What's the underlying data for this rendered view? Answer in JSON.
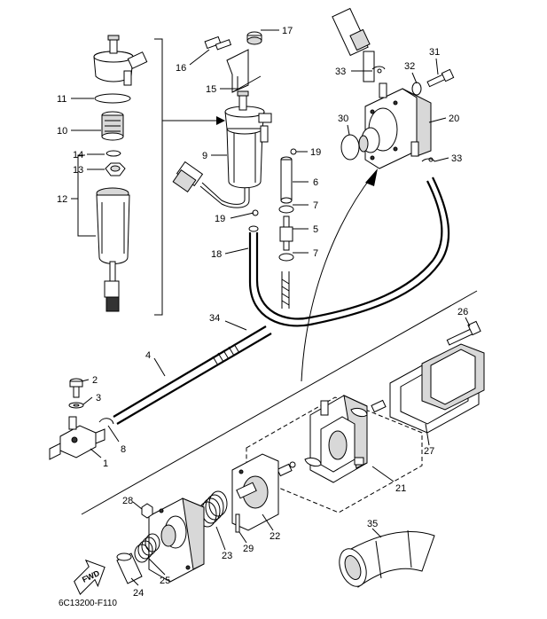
{
  "diagram": {
    "code": "6C13200-F110",
    "fwd_label": "FWD",
    "callouts": {
      "p1": "1",
      "p2": "2",
      "p3": "3",
      "p4": "4",
      "p5": "5",
      "p6": "6",
      "p7a": "7",
      "p7b": "7",
      "p8": "8",
      "p9": "9",
      "p10": "10",
      "p11": "11",
      "p12": "12",
      "p13": "13",
      "p14": "14",
      "p15": "15",
      "p16": "16",
      "p17": "17",
      "p18": "18",
      "p19a": "19",
      "p19b": "19",
      "p20": "20",
      "p21": "21",
      "p22": "22",
      "p23": "23",
      "p24": "24",
      "p25": "25",
      "p26": "26",
      "p27": "27",
      "p28": "28",
      "p29": "29",
      "p30": "30",
      "p31": "31",
      "p32": "32",
      "p33a": "33",
      "p33b": "33",
      "p34": "34",
      "p35": "35"
    }
  }
}
